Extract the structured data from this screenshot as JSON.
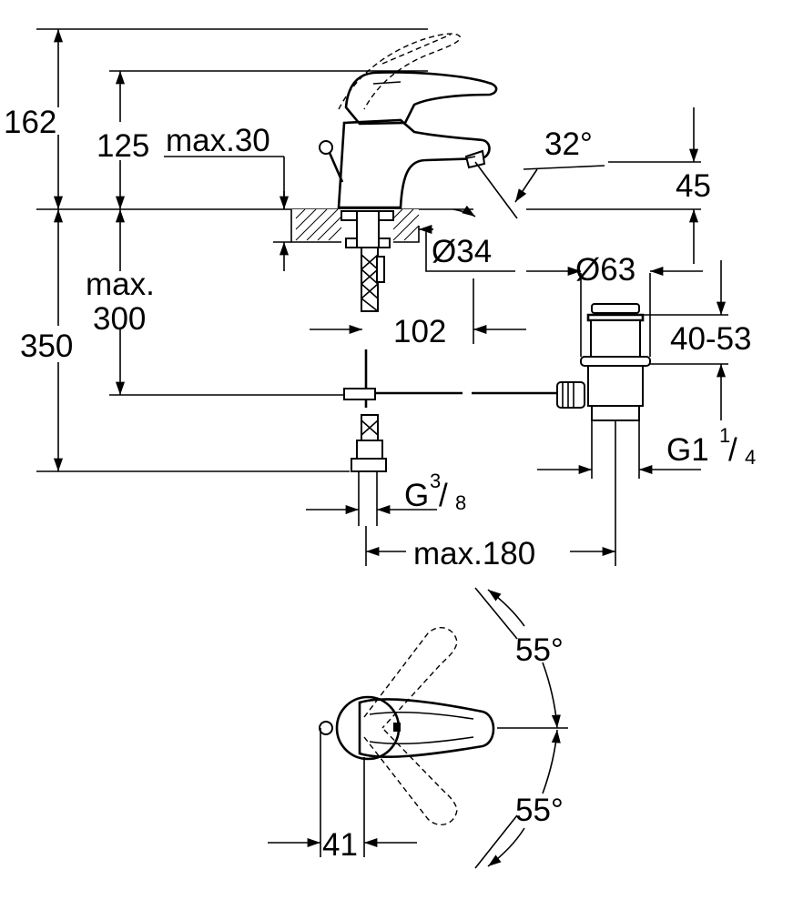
{
  "dimensions": {
    "h162": "162",
    "h125": "125",
    "max30": "max.30",
    "angle32": "32°",
    "h45": "45",
    "dia34": "Ø34",
    "dia63": "Ø63",
    "max_label": "max.",
    "max300": "300",
    "h350": "350",
    "w102": "102",
    "r40_53": "40-53",
    "g114_main": "G1",
    "g114_num": "1",
    "g114_den": "4",
    "g38_main": "G",
    "g38_num": "3",
    "g38_den": "8",
    "max180": "max.180",
    "angle55_top": "55°",
    "angle55_bottom": "55°",
    "w41": "41"
  }
}
